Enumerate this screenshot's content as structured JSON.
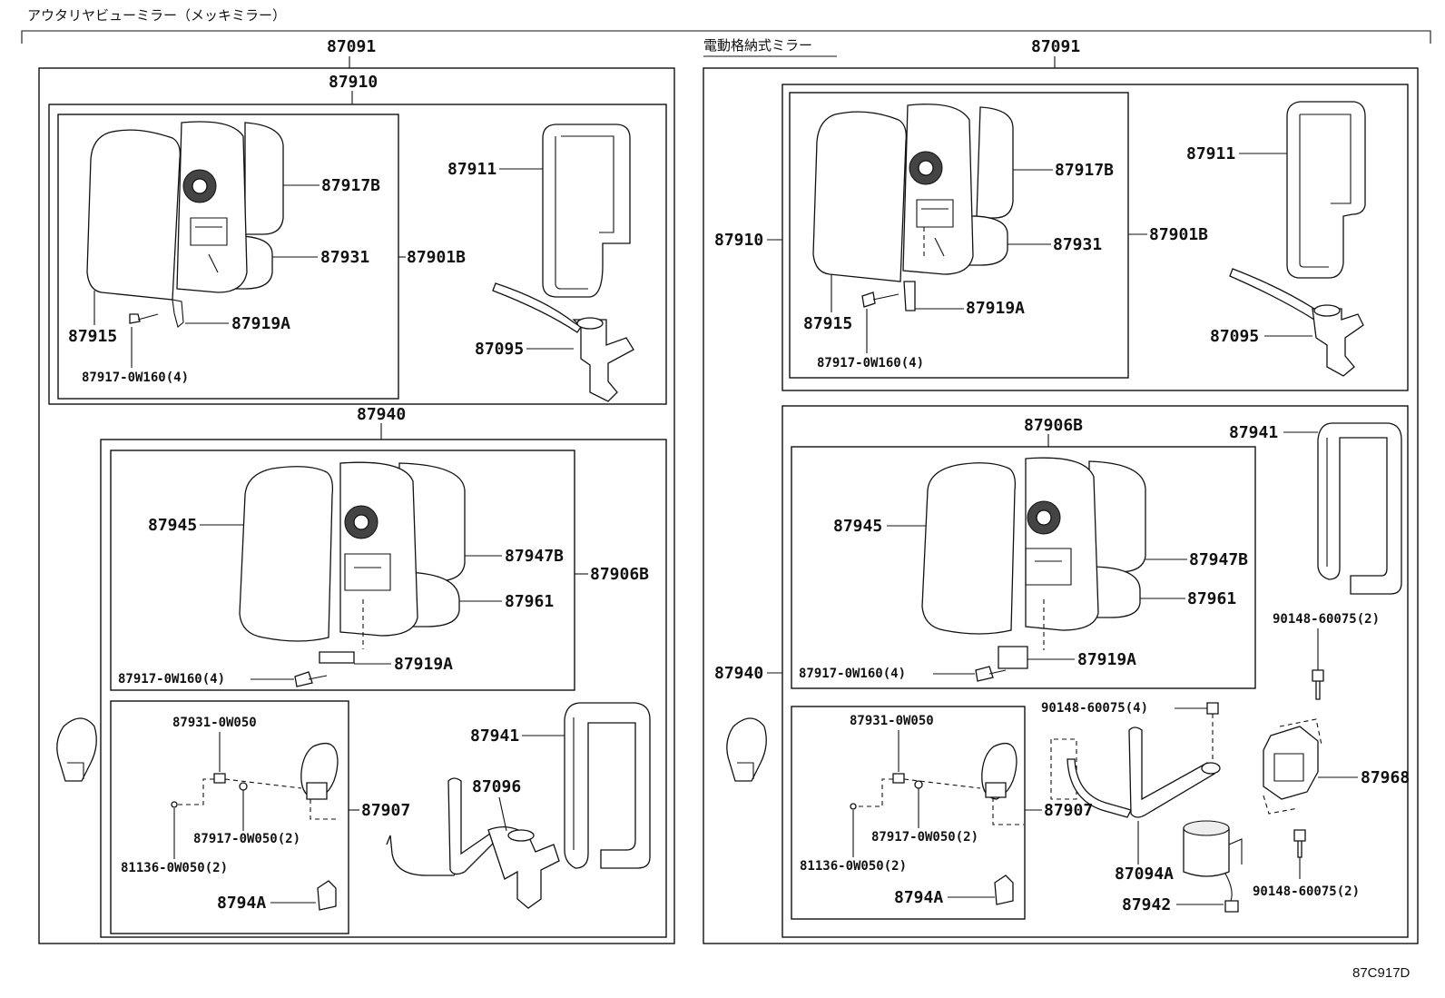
{
  "header": {
    "title": "アウタリヤビューミラー（メッキミラー）",
    "right_section_title": "電動格納式ミラー"
  },
  "left_section": {
    "assembly": "87091",
    "sub_mirror_assy": "87910",
    "mirror_box_code": "87901B",
    "mirror": "87915",
    "outer_cover": "87917B",
    "inner_cover": "87931",
    "bracket": "87919A",
    "screw": "87917-0W160(4)",
    "frame": "87911",
    "stay": "87095",
    "lower_assy": "87940",
    "lower_mirror": "87945",
    "lower_outer_cover": "87947B",
    "lower_inner_cover": "87961",
    "lower_box_code": "87906B",
    "lower_bracket": "87919A",
    "lower_screw": "87917-0W160(4)",
    "sub_screw_a": "87931-0W050",
    "sub_screw_b": "87917-0W050(2)",
    "sub_screw_c": "81136-0W050(2)",
    "sub_bracket": "8794A",
    "sub_box_code": "87907",
    "lower_frame": "87941",
    "lower_stay": "87096"
  },
  "right_section": {
    "assembly": "87091",
    "sub_mirror_assy": "87910",
    "mirror_box_code": "87901B",
    "mirror": "87915",
    "outer_cover": "87917B",
    "inner_cover": "87931",
    "bracket": "87919A",
    "screw": "87917-0W160(4)",
    "frame": "87911",
    "stay": "87095",
    "lower_assy": "87940",
    "lower_box_code": "87906B",
    "lower_mirror": "87945",
    "lower_outer_cover": "87947B",
    "lower_inner_cover": "87961",
    "lower_bracket": "87919A",
    "lower_screw": "87917-0W160(4)",
    "lower_frame": "87941",
    "bolt_top": "90148-60075(2)",
    "bolt_mid": "90148-60075(4)",
    "bolt_bottom": "90148-60075(2)",
    "retractor": "87968",
    "sub_screw_a": "87931-0W050",
    "sub_screw_b": "87917-0W050(2)",
    "sub_screw_c": "81136-0W050(2)",
    "sub_bracket": "8794A",
    "sub_box_code": "87907",
    "lower_stay": "87094A",
    "motor": "87942"
  },
  "footer": {
    "illustration_code": "87C917D"
  }
}
